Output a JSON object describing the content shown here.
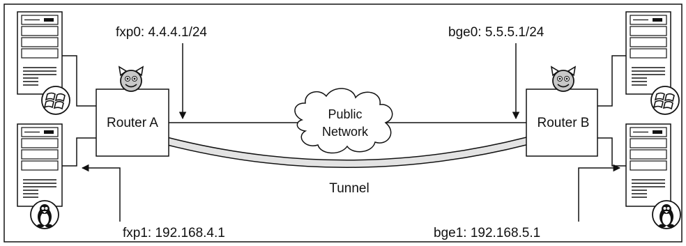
{
  "router_a": {
    "label": "Router A"
  },
  "router_b": {
    "label": "Router B"
  },
  "interfaces": {
    "fxp0": "fxp0: 4.4.4.1/24",
    "bge0": "bge0: 5.5.5.1/24",
    "fxp1": "fxp1: 192.168.4.1",
    "bge1": "bge1: 192.168.5.1"
  },
  "network": {
    "line1": "Public",
    "line2": "Network"
  },
  "tunnel": {
    "label": "Tunnel"
  },
  "hosts": [
    {
      "os": "windows",
      "icon": "windows-logo-icon"
    },
    {
      "os": "linux",
      "icon": "tux-penguin-icon"
    },
    {
      "os": "windows",
      "icon": "windows-logo-icon"
    },
    {
      "os": "linux",
      "icon": "tux-penguin-icon"
    }
  ],
  "router_icon": "freebsd-daemon-icon",
  "colors": {
    "line": "#111111",
    "tunnel_fill": "#e3e3e3",
    "tower_fill": "#ffffff",
    "daemon_face": "#c8c8c8"
  }
}
